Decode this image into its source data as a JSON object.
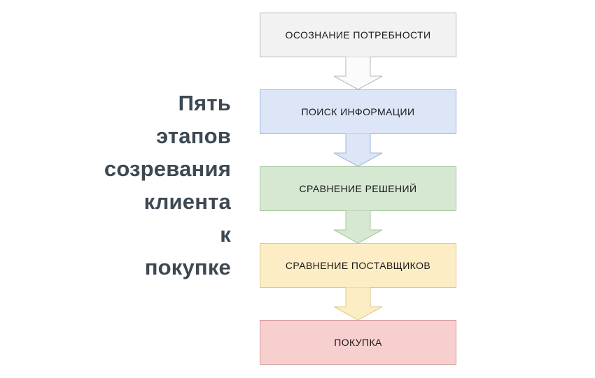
{
  "headline": {
    "text": "Пять\nэтапов\nсозревания\nклиента\nк\nпокупке",
    "color": "#3d4852"
  },
  "diagram": {
    "type": "vertical-flowchart",
    "title": "Пять этапов созревания клиента к покупке",
    "stages": [
      {
        "index": 1,
        "label": "ОСОЗНАНИЕ ПОТРЕБНОСТИ",
        "fill": "#f2f2f2",
        "stroke": "#b7b7b7"
      },
      {
        "index": 2,
        "label": "ПОИСК ИНФОРМАЦИИ",
        "fill": "#dce6f7",
        "stroke": "#9db6dd"
      },
      {
        "index": 3,
        "label": "СРАВНЕНИЕ РЕШЕНИЙ",
        "fill": "#d6e8d1",
        "stroke": "#a8c9a0"
      },
      {
        "index": 4,
        "label": "СРАВНЕНИЕ ПОСТАВЩИКОВ",
        "fill": "#fdedc4",
        "stroke": "#e0c98a"
      },
      {
        "index": 5,
        "label": "ПОКУПКА",
        "fill": "#f7cfcf",
        "stroke": "#d79c9c"
      }
    ],
    "connectors": [
      {
        "from": 1,
        "to": 2,
        "glyph": "down-arrow",
        "fill": "#fbfbfb",
        "stroke": "#b7b7b7"
      },
      {
        "from": 2,
        "to": 3,
        "glyph": "down-arrow",
        "fill": "#dce6f7",
        "stroke": "#9db6dd"
      },
      {
        "from": 3,
        "to": 4,
        "glyph": "down-arrow",
        "fill": "#d6e8d1",
        "stroke": "#a8c9a0"
      },
      {
        "from": 4,
        "to": 5,
        "glyph": "down-arrow",
        "fill": "#fdedc4",
        "stroke": "#e0c98a"
      }
    ]
  }
}
